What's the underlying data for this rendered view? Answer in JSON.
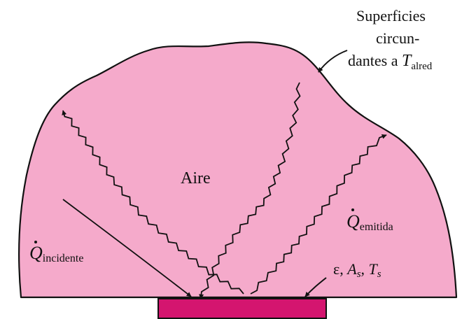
{
  "surroundings": {
    "line1": "Superficies",
    "line2": "circun-",
    "line3_prefix": "dantes a ",
    "line3_var": "T",
    "line3_sub": "alred"
  },
  "air_label": "Aire",
  "q_incident": {
    "symbol": "Q",
    "sub": "incidente"
  },
  "q_emitted": {
    "symbol": "Q",
    "sub": "emitida"
  },
  "surface_props": {
    "eps": "ε",
    "A": "A",
    "A_sub": "s",
    "T": "T",
    "T_sub": "s",
    "sep": ", "
  },
  "colors": {
    "enclosure_fill": "#f5aacb",
    "plate_fill": "#d4156f",
    "line": "#111111"
  }
}
